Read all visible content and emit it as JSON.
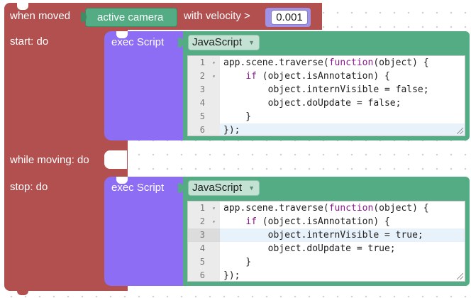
{
  "event_block": {
    "header_label": "when moved",
    "camera_label": "active camera",
    "velocity_label": "with velocity >",
    "velocity_value": "0.001"
  },
  "sections": {
    "start_label": "start: do",
    "moving_label": "while moving: do",
    "stop_label": "stop: do"
  },
  "exec_blocks": [
    {
      "label": "exec Script",
      "language": "JavaScript",
      "lines": [
        {
          "n": "1",
          "fold": "▾",
          "code": "app.scene.traverse(<span class=\"kw\">function</span>(object) {"
        },
        {
          "n": "2",
          "fold": "▾",
          "code": "    <span class=\"kw\">if</span> (object.isAnnotation) {"
        },
        {
          "n": "3",
          "fold": "",
          "code": "        object.internVisible = false;"
        },
        {
          "n": "4",
          "fold": "",
          "code": "        object.doUpdate = false;"
        },
        {
          "n": "5",
          "fold": "",
          "code": "    }"
        },
        {
          "n": "6",
          "fold": "",
          "code": "});"
        }
      ],
      "current_line": 6
    },
    {
      "label": "exec Script",
      "language": "JavaScript",
      "lines": [
        {
          "n": "1",
          "fold": "▾",
          "code": "app.scene.traverse(<span class=\"kw\">function</span>(object) {"
        },
        {
          "n": "2",
          "fold": "▾",
          "code": "    <span class=\"kw\">if</span> (object.isAnnotation) {"
        },
        {
          "n": "3",
          "fold": "",
          "code": "        object.internVisible = true;"
        },
        {
          "n": "4",
          "fold": "",
          "code": "        object.doUpdate = true;"
        },
        {
          "n": "5",
          "fold": "",
          "code": "    }"
        },
        {
          "n": "6",
          "fold": "",
          "code": "});"
        }
      ],
      "current_line": 3
    }
  ],
  "colors": {
    "event_block": "#b25050",
    "exec_block": "#8d6df3",
    "language_block": "#53ac83",
    "keyword": "#8a1b8c"
  },
  "icons": {
    "dropdown": "chevron-down-icon",
    "fold": "fold-arrow-icon",
    "resize": "resize-handle-icon"
  }
}
